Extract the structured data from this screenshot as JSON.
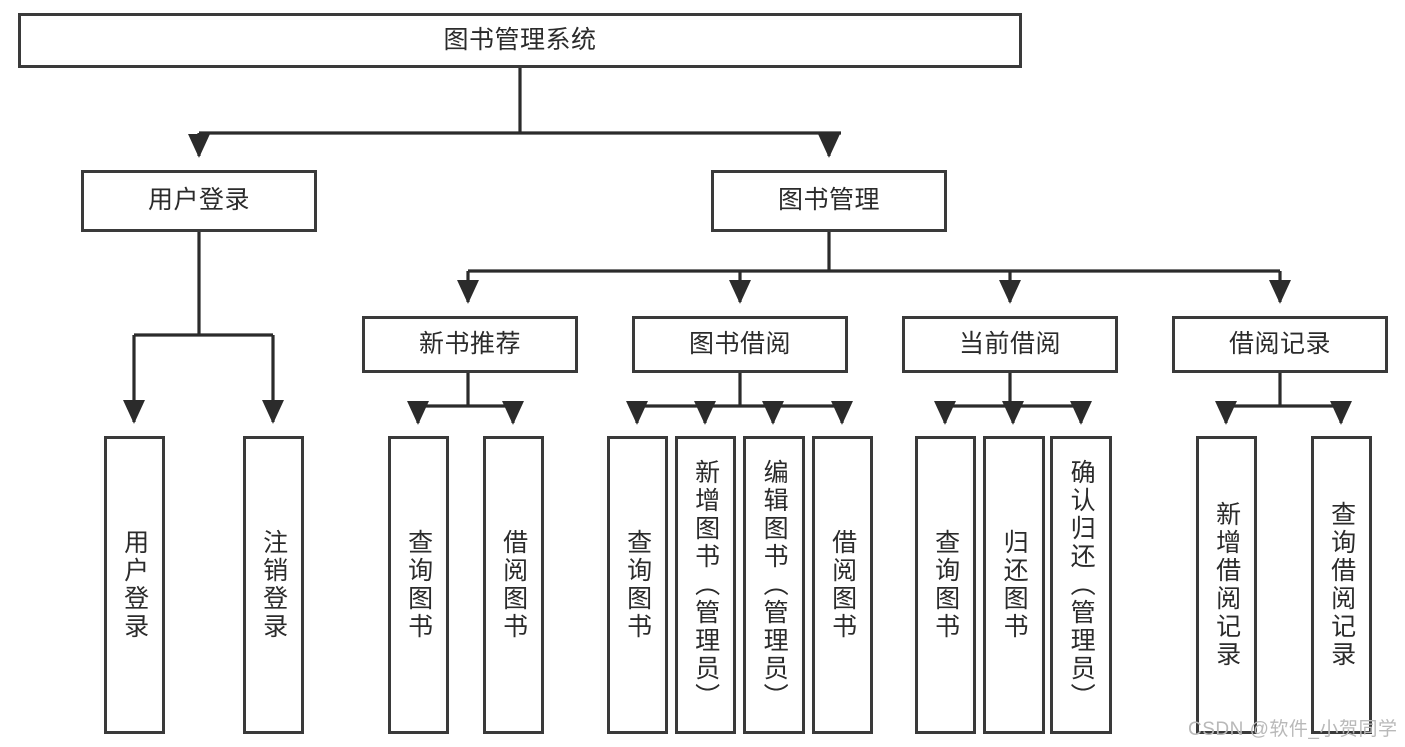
{
  "diagram": {
    "type": "tree-hierarchy",
    "title": "图书管理系统",
    "watermark": "CSDN @软件_小贺同学",
    "colors": {
      "box_border": "#3a3a3a",
      "box_fill": "#ffffff",
      "connector": "#2b2b2b",
      "text": "#2b2b2b",
      "watermark": "#b9b9b9",
      "background": "#ffffff"
    },
    "root": {
      "label": "图书管理系统"
    },
    "level2": [
      {
        "label": "用户登录"
      },
      {
        "label": "图书管理"
      }
    ],
    "level3": [
      {
        "label": "新书推荐"
      },
      {
        "label": "图书借阅"
      },
      {
        "label": "当前借阅"
      },
      {
        "label": "借阅记录"
      }
    ],
    "leaves": {
      "user_login": [
        {
          "label": "用户登录"
        },
        {
          "label": "注销登录"
        }
      ],
      "new_book_recommend": [
        {
          "label": "查询图书"
        },
        {
          "label": "借阅图书"
        }
      ],
      "book_borrow": [
        {
          "label": "查询图书"
        },
        {
          "label": "新增图书（管理员）"
        },
        {
          "label": "编辑图书（管理员）"
        },
        {
          "label": "借阅图书"
        }
      ],
      "current_borrow": [
        {
          "label": "查询图书"
        },
        {
          "label": "归还图书"
        },
        {
          "label": "确认归还（管理员）"
        }
      ],
      "borrow_records": [
        {
          "label": "新增借阅记录"
        },
        {
          "label": "查询借阅记录"
        }
      ]
    }
  }
}
